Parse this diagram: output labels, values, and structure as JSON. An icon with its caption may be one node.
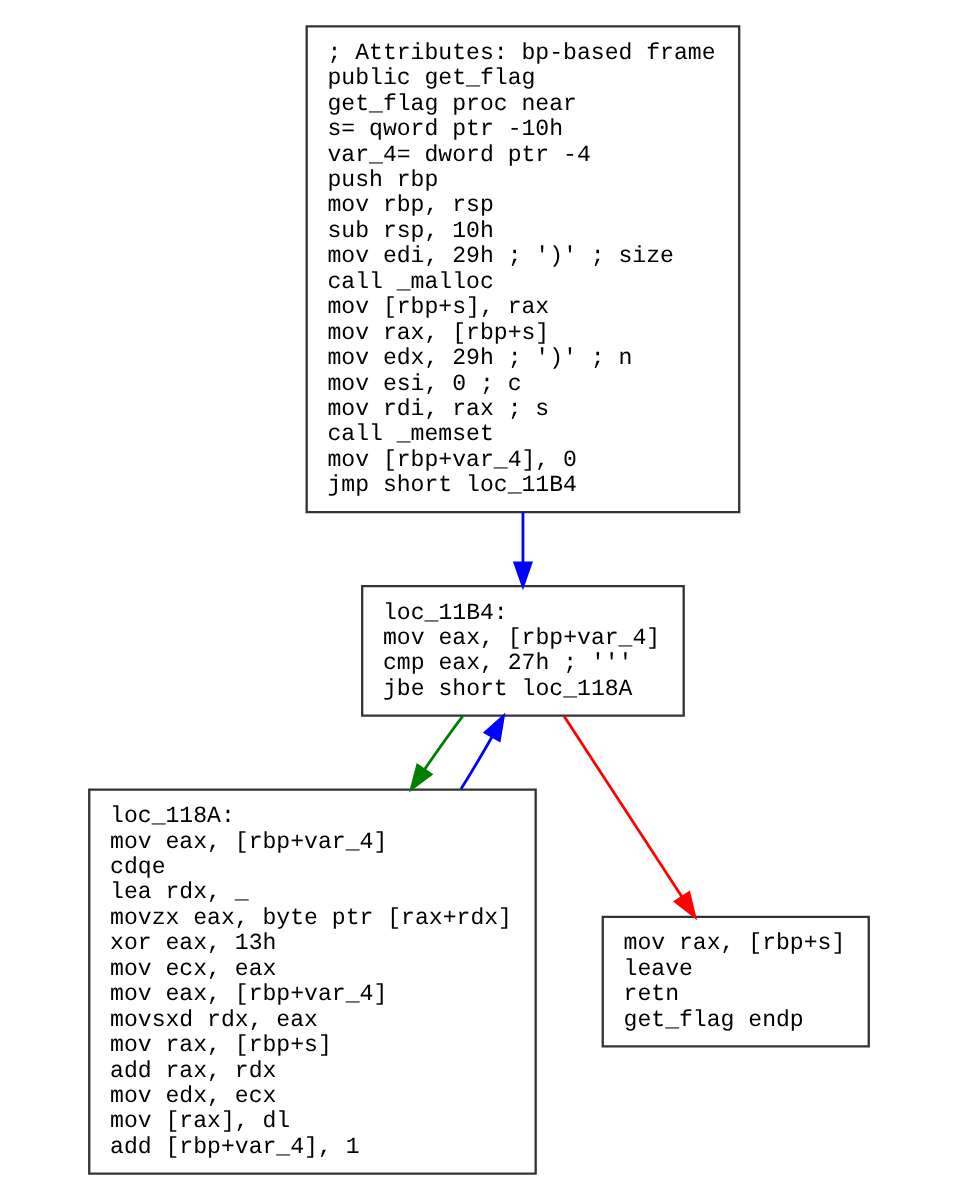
{
  "diagram": {
    "nodes": [
      {
        "text": [
          "; Attributes: bp-based frame",
          "public get_flag",
          "get_flag proc near",
          "s= qword ptr -10h",
          "var_4= dword ptr -4",
          "push rbp",
          "mov rbp, rsp",
          "sub rsp, 10h",
          "mov edi, 29h ; ')' ; size",
          "call _malloc",
          "mov [rbp+s], rax",
          "mov rax, [rbp+s]",
          "mov edx, 29h ; ')' ; n",
          "mov esi, 0 ; c",
          "mov rdi, rax ; s",
          "call _memset",
          "mov [rbp+var_4], 0",
          "jmp short loc_11B4"
        ]
      },
      {
        "text": [
          "loc_11B4:",
          "mov eax, [rbp+var_4]",
          "cmp eax, 27h ; '''",
          "jbe short loc_118A"
        ]
      },
      {
        "text": [
          "loc_118A:",
          "mov eax, [rbp+var_4]",
          "cdqe",
          "lea rdx, _",
          "movzx eax, byte ptr [rax+rdx]",
          "xor eax, 13h",
          "mov ecx, eax",
          "mov eax, [rbp+var_4]",
          "movsxd rdx, eax",
          "mov rax, [rbp+s]",
          "add rax, rdx",
          "mov edx, ecx",
          "mov [rax], dl",
          "add [rbp+var_4], 1"
        ]
      },
      {
        "text": [
          "mov rax, [rbp+s]",
          "leave",
          "retn",
          "get_flag endp"
        ]
      }
    ],
    "edges": [
      {
        "from": 0,
        "to": 1,
        "arrow": "to",
        "color": "#0000ff"
      },
      {
        "from": 1,
        "to": 2,
        "arrow": "to",
        "color": "#008000"
      },
      {
        "from": 1,
        "to": 3,
        "arrow": "to",
        "color": "#ff0000"
      },
      {
        "from": 2,
        "to": 1,
        "arrow": "to",
        "color": "#0000ff"
      }
    ]
  }
}
